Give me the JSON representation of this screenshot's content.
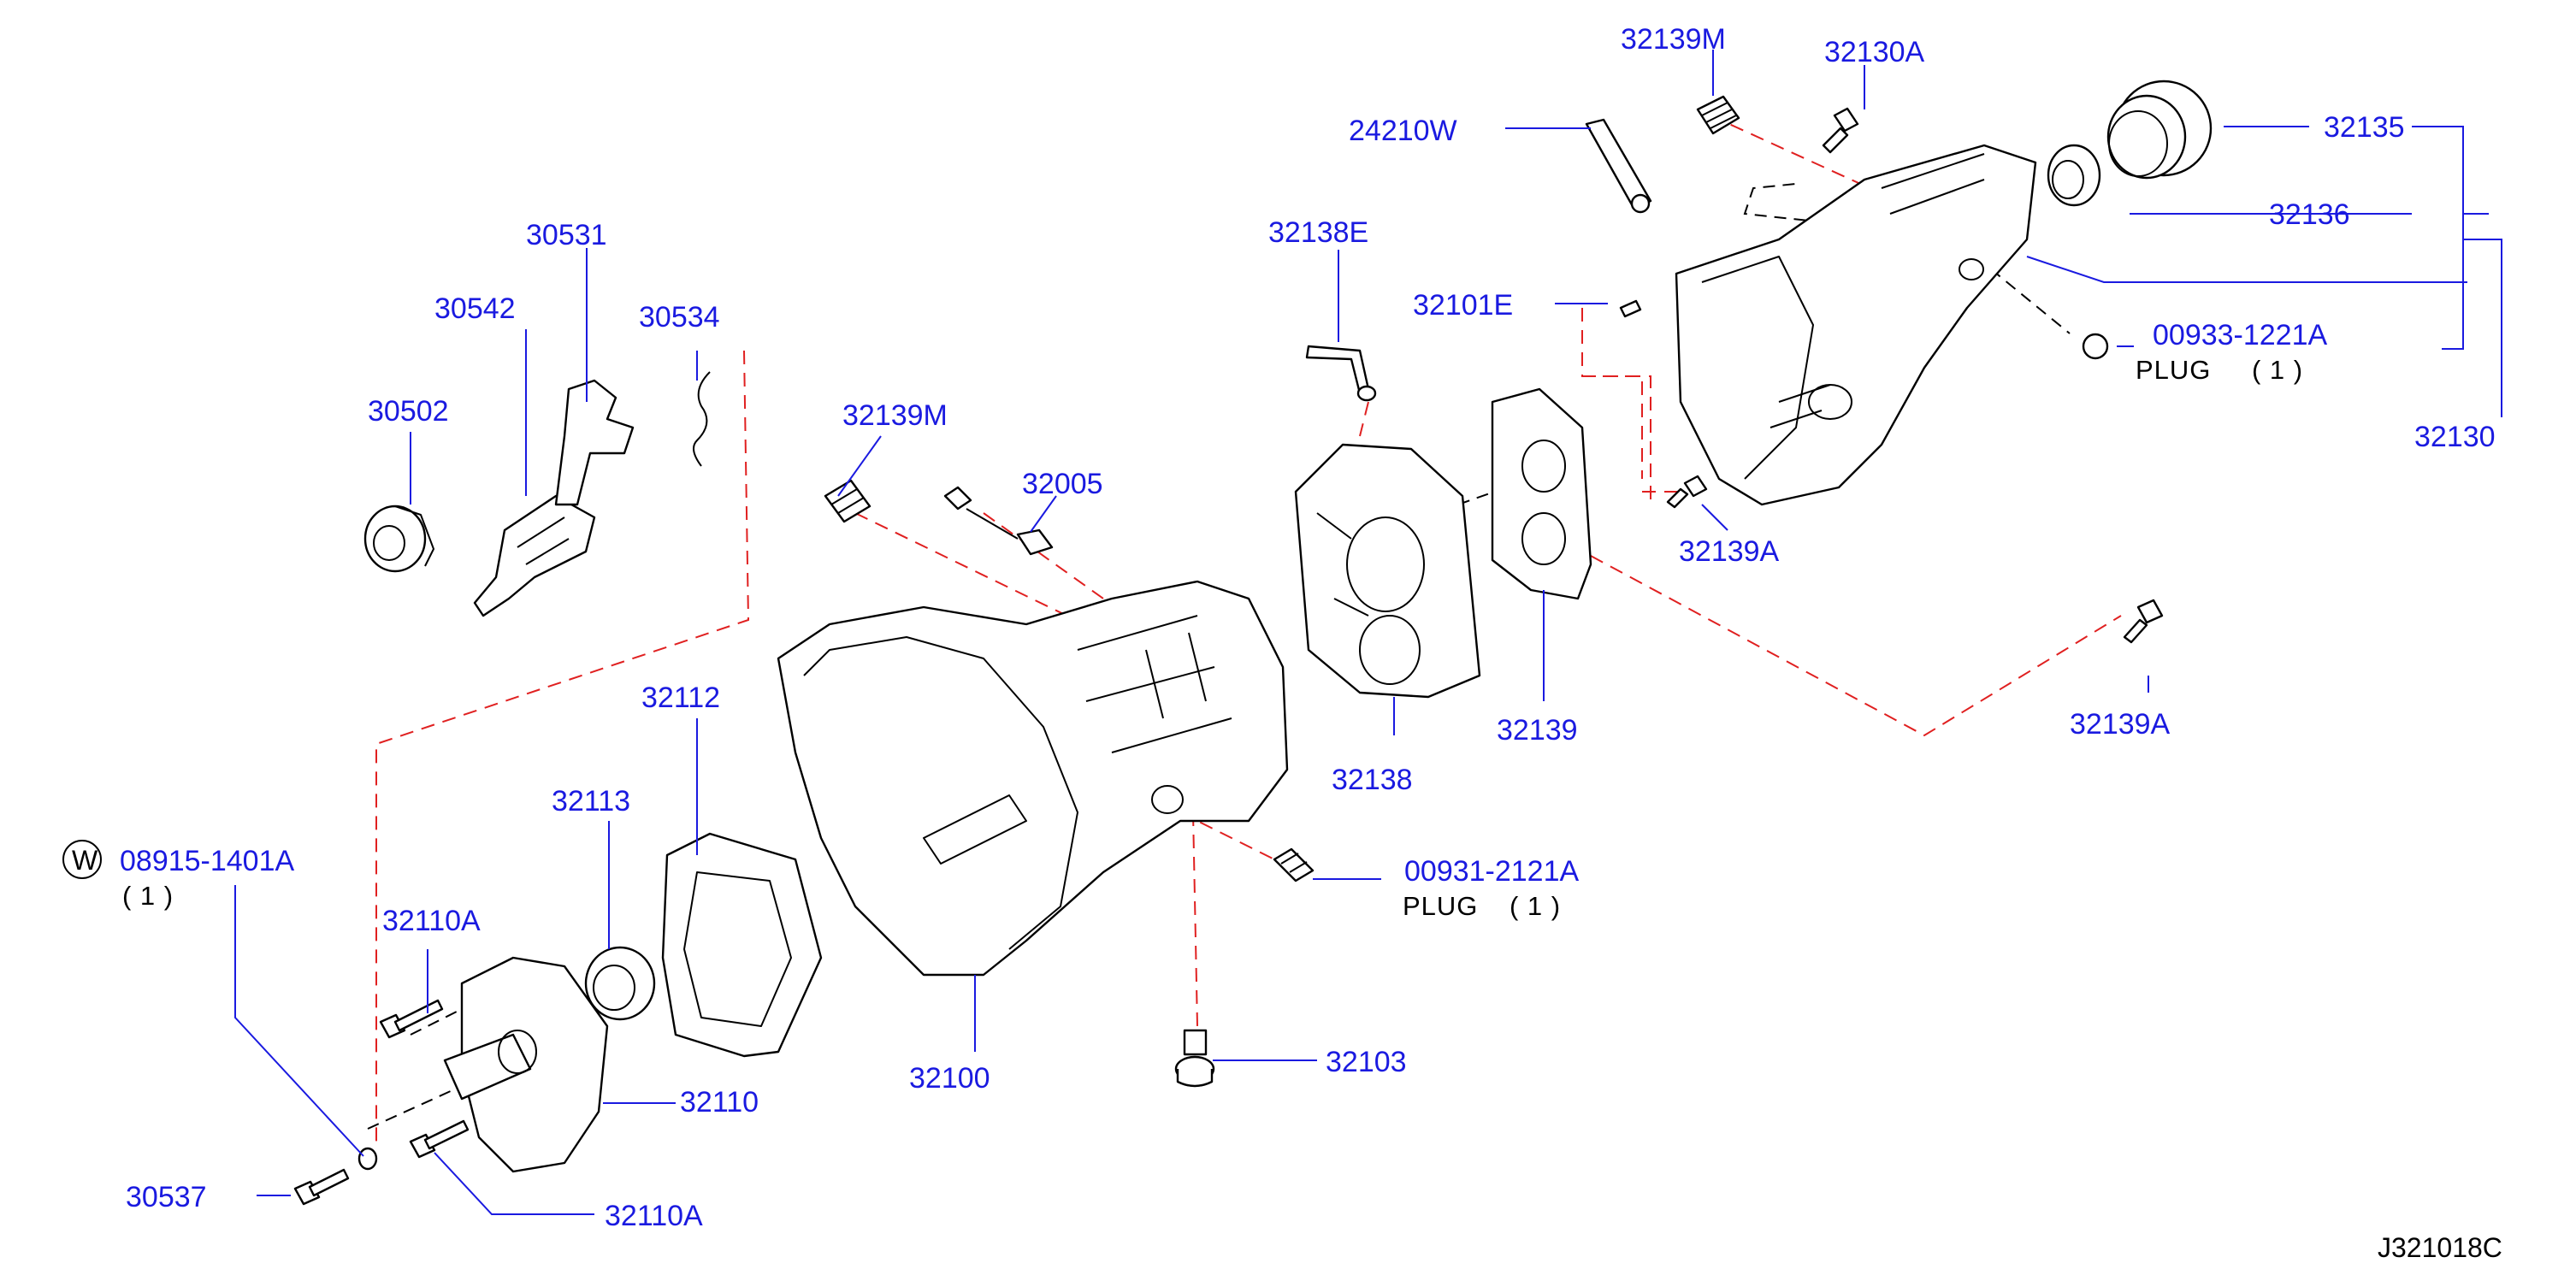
{
  "parts": {
    "p32139M_top": "32139M",
    "p32130A": "32130A",
    "p24210W": "24210W",
    "p32135": "32135",
    "p32136": "32136",
    "p32138E": "32138E",
    "p32101E": "32101E",
    "p00933": "00933-1221A",
    "p32130": "32130",
    "p30531": "30531",
    "p30542": "30542",
    "p30534": "30534",
    "p30502": "30502",
    "p32139M_mid": "32139M",
    "p32005": "32005",
    "p32139A_mid": "32139A",
    "p32139A_right": "32139A",
    "p32112": "32112",
    "p32138": "32138",
    "p32139": "32139",
    "p32113": "32113",
    "p08915": "08915-1401A",
    "p00931": "00931-2121A",
    "p32110A_top": "32110A",
    "p32100": "32100",
    "p32103": "32103",
    "p32110": "32110",
    "p30537": "30537",
    "p32110A_bot": "32110A"
  },
  "notes": {
    "plug1": "PLUG",
    "qty1": "( 1 )",
    "plug2": "PLUG",
    "qty2": "( 1 )",
    "washer_symbol": "W",
    "qty3": "( 1 )"
  },
  "reference_code": "J321018C",
  "colors": {
    "label": "#1a1ae0",
    "leader": "#1a1ae0",
    "phantom_line": "#e02020",
    "outline": "#000000"
  }
}
